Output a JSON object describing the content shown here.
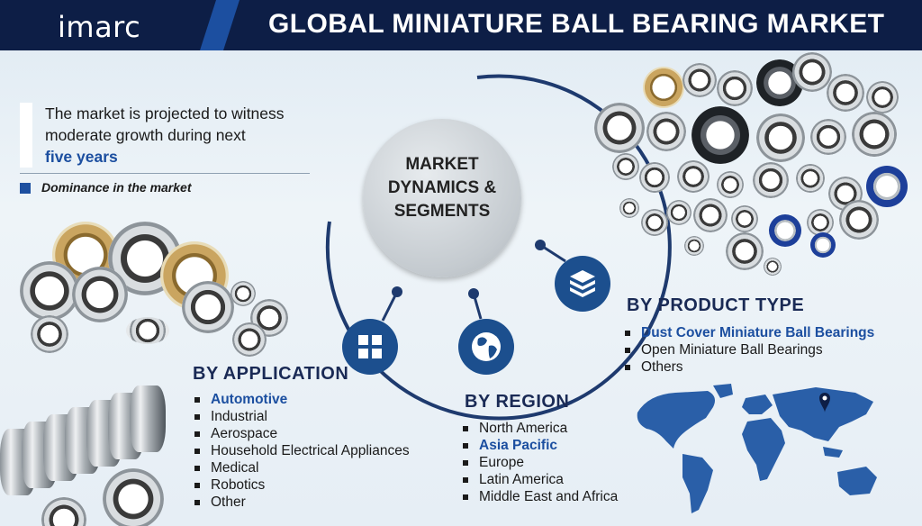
{
  "header": {
    "logo": "imarc",
    "title": "GLOBAL MINIATURE BALL BEARING MARKET"
  },
  "intro": {
    "text": "The market is projected to witness moderate growth during next",
    "highlight": "five years",
    "legend": "Dominance in the market"
  },
  "center": {
    "text": "MARKET DYNAMICS & SEGMENTS"
  },
  "application": {
    "title": "BY  APPLICATION",
    "items": [
      "Automotive",
      "Industrial",
      "Aerospace",
      "Household Electrical Appliances",
      "Medical",
      "Robotics",
      "Other"
    ]
  },
  "region": {
    "title": "BY REGION",
    "items": [
      "North America",
      "Asia Pacific",
      "Europe",
      "Latin America",
      "Middle East and Africa"
    ]
  },
  "product": {
    "title": "BY  PRODUCT TYPE",
    "items": [
      "Dust Cover Miniature Ball Bearings",
      "Open Miniature Ball Bearings",
      "Others"
    ]
  },
  "colors": {
    "navy": "#0d1e46",
    "accent_blue": "#1c4fa0",
    "icon_blue": "#1c4f8e",
    "map_blue": "#2a5fa8"
  },
  "icons": {
    "application": "grid-icon",
    "region": "globe-icon",
    "product": "box-stack-icon",
    "map": "location-pin-icon"
  }
}
